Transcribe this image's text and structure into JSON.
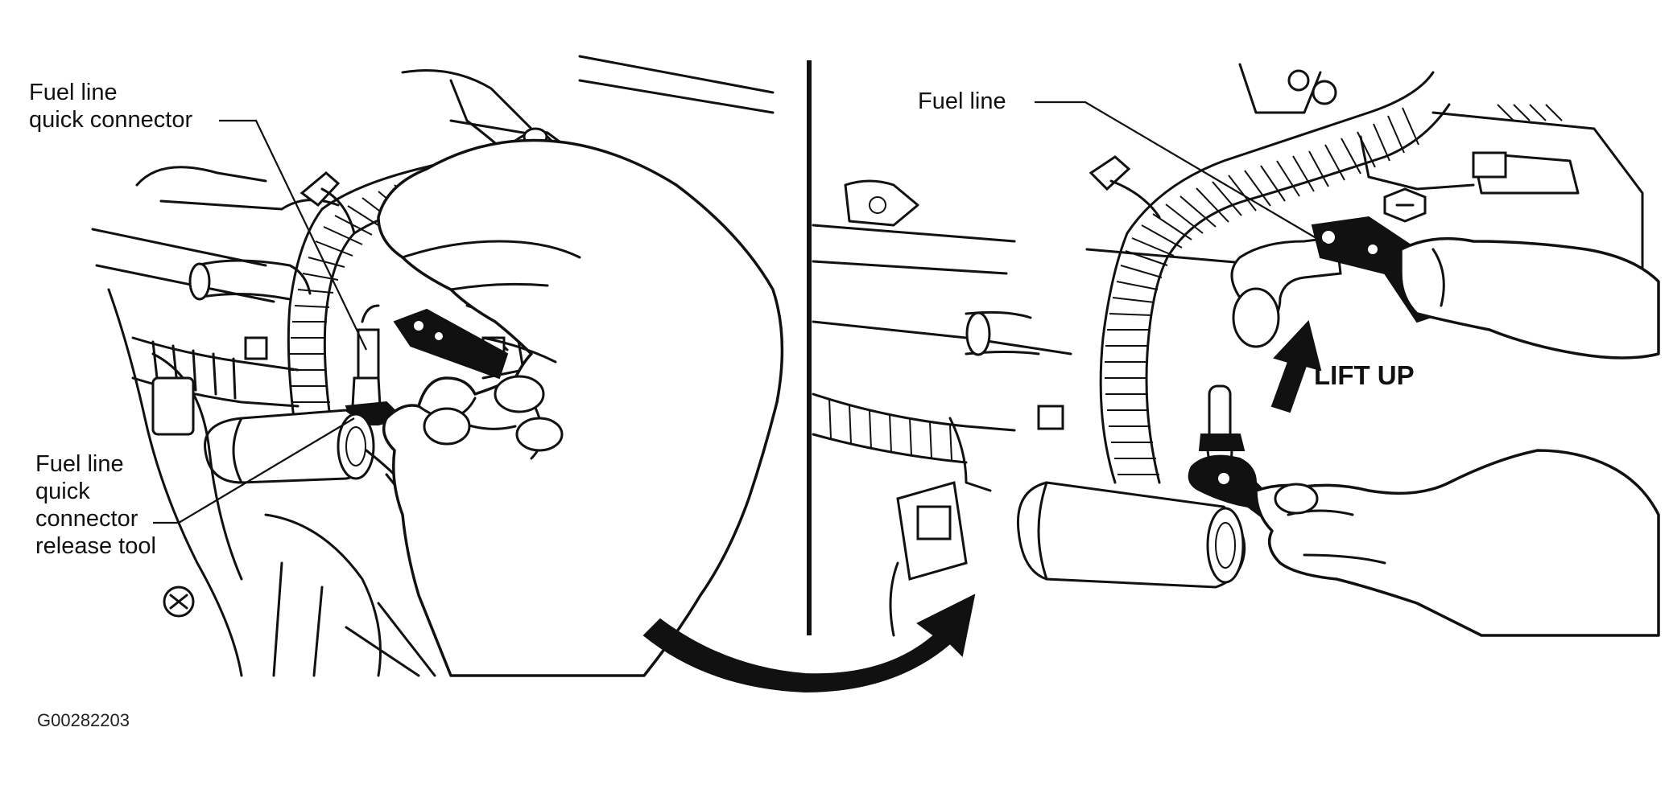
{
  "left_panel": {
    "callout_connector_line1": "Fuel line",
    "callout_connector_line2": "quick connector",
    "callout_tool_line1": "Fuel line",
    "callout_tool_line2": "quick",
    "callout_tool_line3": "connector",
    "callout_tool_line4": "release tool"
  },
  "right_panel": {
    "callout_fuel_line": "Fuel line",
    "action_label": "LIFT UP"
  },
  "figure_id": "G00282203",
  "colors": {
    "ink": "#111111",
    "background": "#ffffff"
  }
}
